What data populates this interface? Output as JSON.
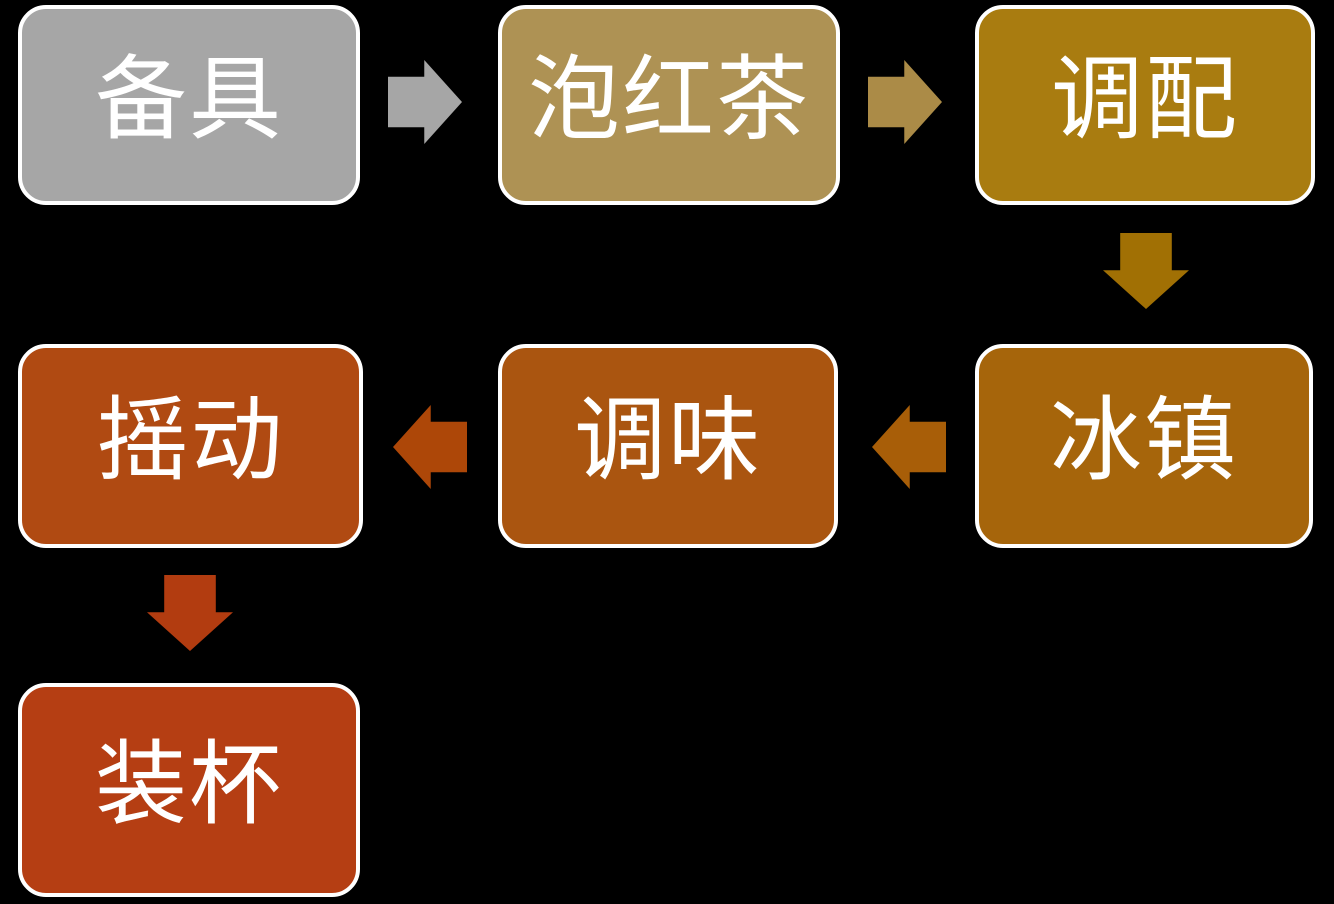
{
  "diagram": {
    "type": "flowchart",
    "background_color": "#000000",
    "text_color": "#ffffff",
    "node_border_color": "#ffffff",
    "nodes": [
      {
        "id": "step-1",
        "label": "备具",
        "color": "#A6A6A6"
      },
      {
        "id": "step-2",
        "label": "泡红茶",
        "color": "#AE9254"
      },
      {
        "id": "step-3",
        "label": "调配",
        "color": "#A97C10"
      },
      {
        "id": "step-4",
        "label": "冰镇",
        "color": "#A6650B"
      },
      {
        "id": "step-5",
        "label": "调味",
        "color": "#AA5510"
      },
      {
        "id": "step-6",
        "label": "摇动",
        "color": "#B04A12"
      },
      {
        "id": "step-7",
        "label": "装杯",
        "color": "#B53E13"
      }
    ],
    "arrows": [
      {
        "from": "备具",
        "to": "泡红茶",
        "direction": "right",
        "color": "#A6A6A6"
      },
      {
        "from": "泡红茶",
        "to": "调配",
        "direction": "right",
        "color": "#AB8B47"
      },
      {
        "from": "调配",
        "to": "冰镇",
        "direction": "down",
        "color": "#A17004"
      },
      {
        "from": "冰镇",
        "to": "调味",
        "direction": "left",
        "color": "#A85E08"
      },
      {
        "from": "调味",
        "to": "摇动",
        "direction": "left",
        "color": "#AD4708"
      },
      {
        "from": "摇动",
        "to": "装杯",
        "direction": "down",
        "color": "#B23C10"
      }
    ]
  }
}
